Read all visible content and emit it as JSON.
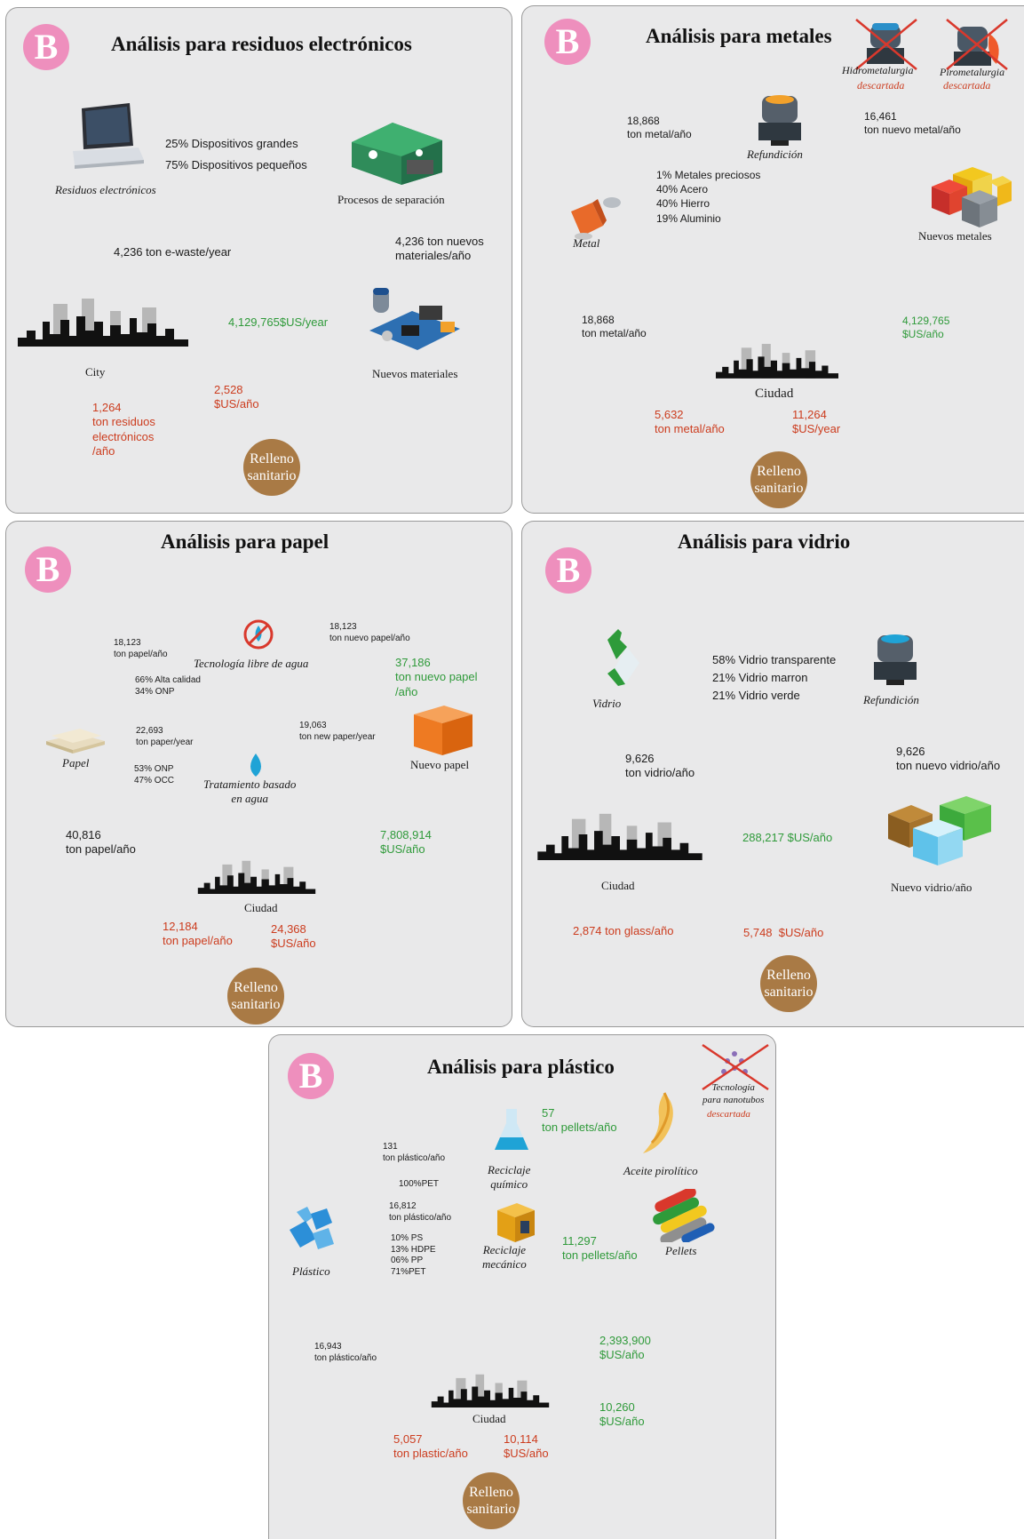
{
  "badge_letter": "B",
  "electronics": {
    "title": "Análisis para residuos electrónicos",
    "waste_label": "Residuos electrónicos",
    "split_1": "25% Dispositivos grandes",
    "split_2": "75% Dispositivos pequeños",
    "separation_label": "Procesos de separación",
    "to_new_materials": "4,236 ton nuevos\nmateriales/año",
    "new_materials_label": "Nuevos materiales",
    "value_to_city": "4,129,765$US/year",
    "city_to_waste": "4,236 ton e-waste/year",
    "city_label": "City",
    "landfill_tons": "1,264\nton residuos\nelectrónicos\n/año",
    "landfill_cost": "2,528\n$US/año",
    "landfill_label": "Relleno\nsanitario"
  },
  "metals": {
    "title": "Análisis para metales",
    "discarded_1_name": "Hidrometalurgia",
    "discarded_1_status": "descartada",
    "discarded_2_name": "Pirometalurgia",
    "discarded_2_status": "descartada",
    "metal_to_remelt": "18,868\nton metal/año",
    "remelt_label": "Refundición",
    "remelt_to_new": "16,461\nton nuevo metal/año",
    "composition": "1% Metales preciosos\n40% Acero\n40% Hierro\n19% Aluminio",
    "metal_label": "Metal",
    "new_metals_label": "Nuevos metales",
    "city_to_metal": "18,868\nton metal/año",
    "value_to_city": "4,129,765\n$US/año",
    "city_label": "Ciudad",
    "landfill_tons": "5,632\nton metal/año",
    "landfill_cost": "11,264\n$US/year",
    "landfill_label": "Relleno\nsanitario"
  },
  "paper": {
    "title": "Análisis para papel",
    "tech_label": "Tecnología libre de agua",
    "paper_to_tech": "18,123\nton papel/año",
    "tech_quality": "66% Alta calidad\n34% ONP",
    "tech_to_new": "18,123\nton nuevo papel/año",
    "new_paper_total": "37,186\nton nuevo papel\n/año",
    "paper_label": "Papel",
    "paper_to_water": "22,693\nton paper/year",
    "water_mix": "53% ONP\n47% OCC",
    "water_label": "Tratamiento basado\nen agua",
    "water_to_new": "19,063\nton new paper/year",
    "new_paper_label": "Nuevo papel",
    "city_to_paper": "40,816\nton papel/año",
    "value_to_city": "7,808,914\n$US/año",
    "city_label": "Ciudad",
    "landfill_tons": "12,184\nton papel/año",
    "landfill_cost": "24,368\n$US/año",
    "landfill_label": "Relleno\nsanitario"
  },
  "glass": {
    "title": "Análisis para vidrio",
    "glass_label": "Vidrio",
    "composition": "58% Vidrio transparente\n21% Vidrio marron\n21% Vidrio verde",
    "remelt_label": "Refundición",
    "remelt_to_new": "9,626\nton nuevo vidrio/año",
    "city_to_glass": "9,626\nton vidrio/año",
    "value_to_city": "288,217 $US/año",
    "city_label": "Ciudad",
    "new_glass_label": "Nuevo vidrio/año",
    "landfill_tons": "2,874 ton glass/año",
    "landfill_cost": "5,748  $US/año",
    "landfill_label": "Relleno\nsanitario"
  },
  "plastic": {
    "title": "Análisis para plástico",
    "discarded_name": "Tecnología\npara nanotubos",
    "discarded_status": "descartada",
    "to_chemical": "131\nton plástico/año",
    "chemical_pet": "100%PET",
    "chemical_label": "Reciclaje\nquímico",
    "chemical_output": "57\nton pellets/año",
    "oil_label": "Aceite pirolítico",
    "to_mechanical": "16,812\nton plástico/año",
    "mechanical_mix": "10% PS\n13% HDPE\n06% PP\n71%PET",
    "mechanical_label": "Reciclaje\nmecánico",
    "mechanical_output": "11,297\nton pellets/año",
    "pellets_label": "Pellets",
    "plastic_label": "Plástico",
    "city_to_plastic": "16,943\nton plástico/año",
    "pellets_value": "2,393,900\n$US/año",
    "oil_value": "10,260\n$US/año",
    "city_label": "Ciudad",
    "landfill_tons": "5,057\nton plastic/año",
    "landfill_cost": "10,114\n$US/año",
    "landfill_label": "Relleno\nsanitario"
  }
}
